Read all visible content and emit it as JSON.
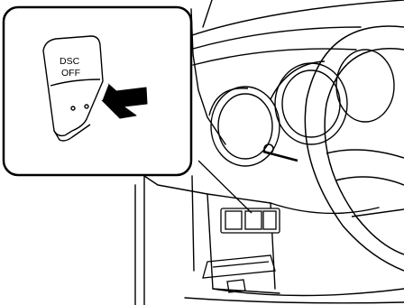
{
  "switch": {
    "line1": "DSC",
    "line2": "OFF"
  },
  "icons": {
    "callout": "magnified-switch-callout",
    "arrow": "press-arrow-icon",
    "steering_wheel": "steering-wheel-icon",
    "gauge_cluster": "gauge-cluster-icon",
    "switch_bank": "dash-switch-bank-icon"
  }
}
